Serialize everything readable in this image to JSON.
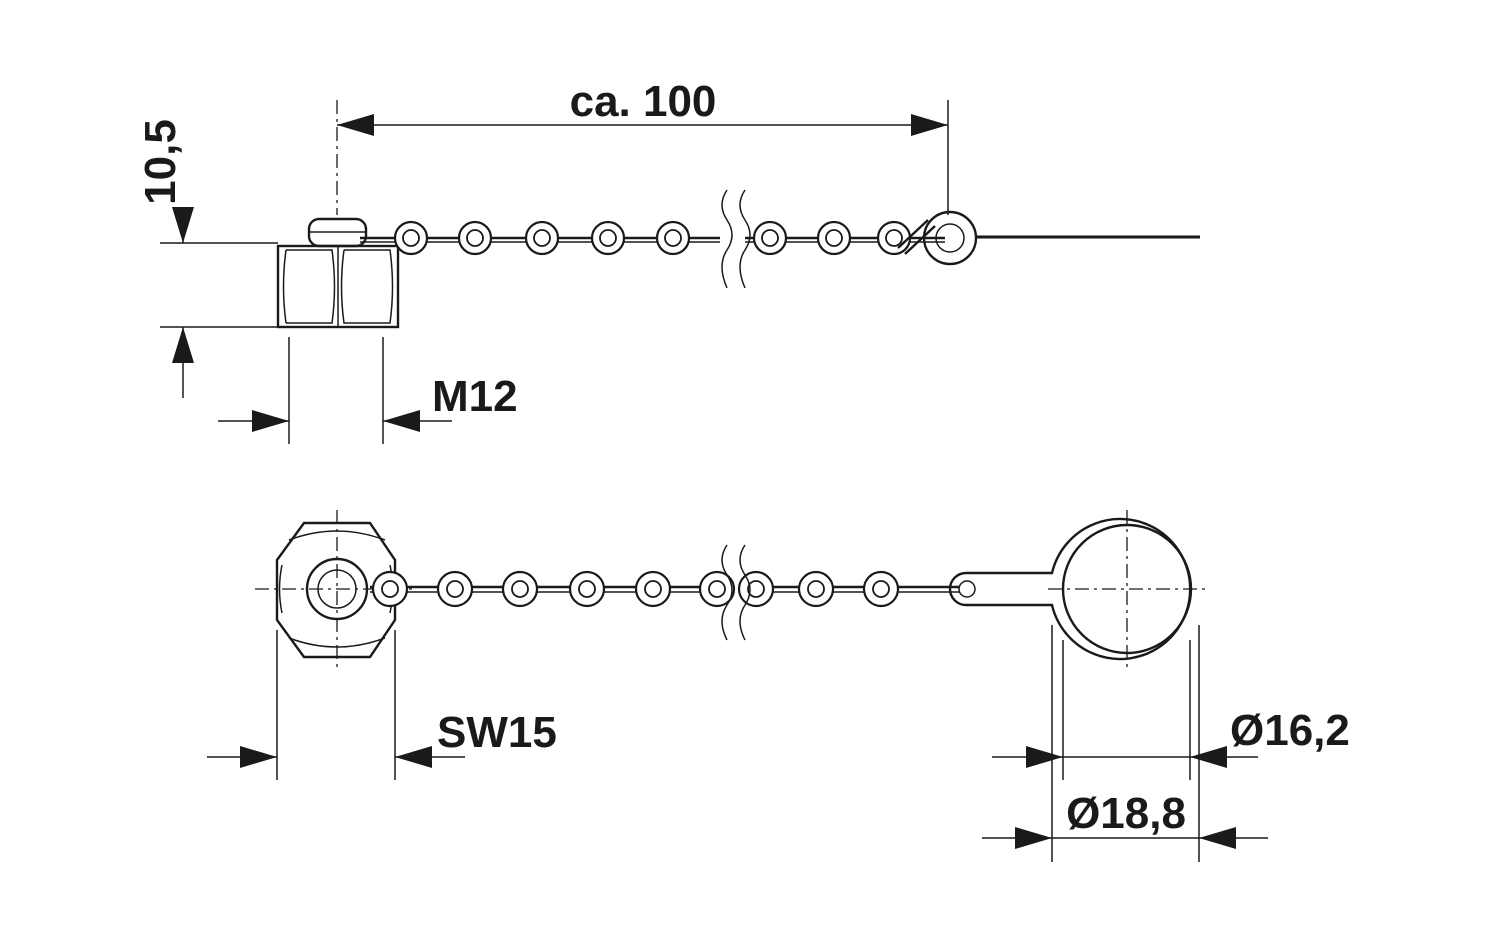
{
  "dimensions": {
    "chain_length": "ca. 100",
    "height": "10,5",
    "thread": "M12",
    "wrench_size": "SW15",
    "inner_diameter": "Ø16,2",
    "outer_diameter": "Ø18,8"
  }
}
